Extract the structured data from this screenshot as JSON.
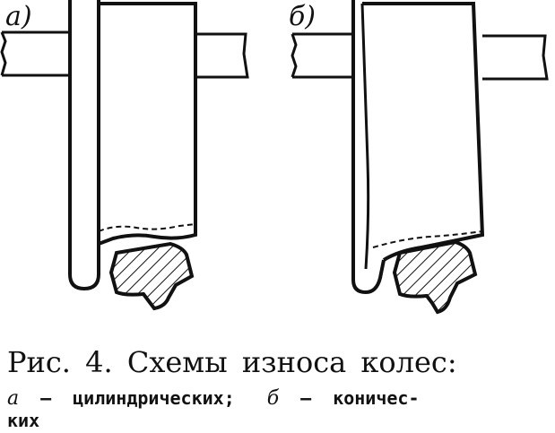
{
  "figure": {
    "panels": [
      {
        "id": "a",
        "label": "а)"
      },
      {
        "id": "b",
        "label": "б)"
      }
    ]
  },
  "caption": {
    "title": "Рис. 4. Схемы износа колес:"
  },
  "legend": {
    "item_a_key": "а",
    "dash": "—",
    "item_a_text": "цилиндрических;",
    "item_b_key": "б",
    "item_b_text": "коничес-",
    "item_b_text_cont": "ких"
  }
}
